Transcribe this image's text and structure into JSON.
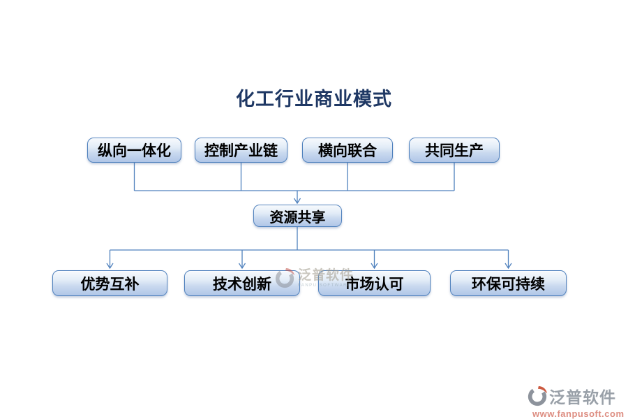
{
  "title": "化工行业商业模式",
  "diagram": {
    "top_row": [
      {
        "label": "纵向一体化"
      },
      {
        "label": "控制产业链"
      },
      {
        "label": "横向联合"
      },
      {
        "label": "共同生产"
      }
    ],
    "middle": {
      "label": "资源共享"
    },
    "bottom_row": [
      {
        "label": "优势互补"
      },
      {
        "label": "技术创新"
      },
      {
        "label": "市场认可"
      },
      {
        "label": "环保可持续"
      }
    ]
  },
  "watermarks": {
    "center": {
      "brand": "泛普软件",
      "subtext": "FANPU SOFTWARE"
    },
    "corner": {
      "brand": "泛普软件",
      "url": "www.fanpusoft.com"
    }
  },
  "colors": {
    "title_text": "#1f3864",
    "node_border": "#4f81bd",
    "node_fill_top": "#f7fafd",
    "node_fill_bottom": "#b0c6e7",
    "node_text": "#000000",
    "connector": "#4f81bd",
    "watermark_gray": "#99a0a8",
    "watermark_red": "#dd8d81"
  }
}
